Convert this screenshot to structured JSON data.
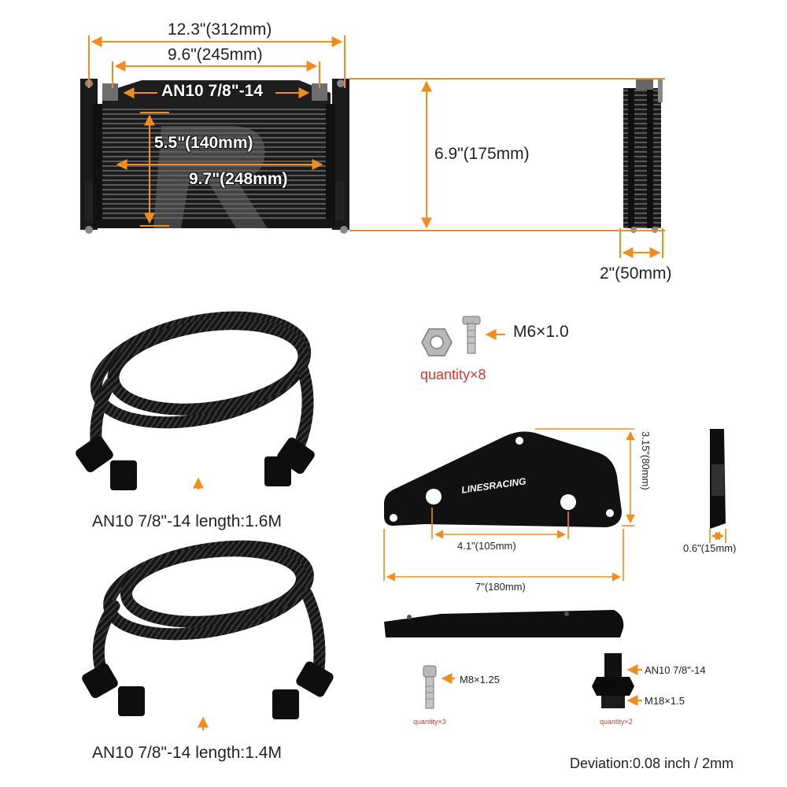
{
  "accent_color": "#f28c1e",
  "cooler": {
    "overall_width": "12.3\"(312mm)",
    "port_spacing": "9.6\"(245mm)",
    "port_thread": "AN10 7/8\"-14",
    "core_height": "5.5\"(140mm)",
    "core_width": "9.7\"(248mm)",
    "overall_height": "6.9\"(175mm)",
    "depth": "2\"(50mm)"
  },
  "hardware": {
    "bolt_thread": "M6×1.0",
    "bolt_quantity": "quantity×8",
    "socket_bolt_thread": "M8×1.25",
    "socket_bolt_quantity": "quantity×3",
    "fitting_thread_top": "AN10 7/8\"-14",
    "fitting_thread_bottom": "M18×1.5",
    "fitting_quantity": "quantity×2"
  },
  "hoses": {
    "hose_1": "AN10 7/8\"-14 length:1.6M",
    "hose_2": "AN10 7/8\"-14 length:1.4M"
  },
  "bracket": {
    "brand": "LINESRACING",
    "height": "3.15\"(80mm)",
    "hole_spacing": "4.1\"(105mm)",
    "length": "7\"(180mm)",
    "thickness": "0.6\"(15mm)"
  },
  "footer": {
    "deviation": "Deviation:0.08 inch / 2mm"
  }
}
